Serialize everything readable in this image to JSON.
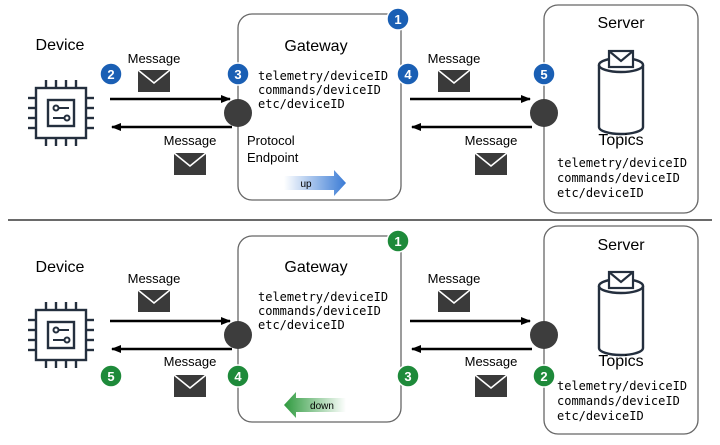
{
  "top": {
    "device_label": "Device",
    "gateway_title": "Gateway",
    "server_title": "Server",
    "topics_label": "Topics",
    "gateway_topics": [
      "telemetry/deviceID",
      "commands/deviceID",
      "etc/deviceID"
    ],
    "server_topics": [
      "telemetry/deviceID",
      "commands/deviceID",
      "etc/deviceID"
    ],
    "message_labels": [
      "Message",
      "Message",
      "Message",
      "Message"
    ],
    "endpoint_label": [
      "Protocol",
      "Endpoint"
    ],
    "direction_label": "up",
    "badges": [
      "1",
      "2",
      "3",
      "4",
      "5"
    ],
    "badge_color": "#1a5fb4"
  },
  "bottom": {
    "device_label": "Device",
    "gateway_title": "Gateway",
    "server_title": "Server",
    "topics_label": "Topics",
    "gateway_topics": [
      "telemetry/deviceID",
      "commands/deviceID",
      "etc/deviceID"
    ],
    "server_topics": [
      "telemetry/deviceID",
      "commands/deviceID",
      "etc/deviceID"
    ],
    "message_labels": [
      "Message",
      "Message",
      "Message",
      "Message"
    ],
    "direction_label": "down",
    "badges": [
      "1",
      "2",
      "3",
      "4",
      "5"
    ],
    "badge_color": "#1e8a3a"
  },
  "icons": {
    "device": "chip-icon",
    "message": "envelope-icon",
    "topics": "database-icon"
  }
}
